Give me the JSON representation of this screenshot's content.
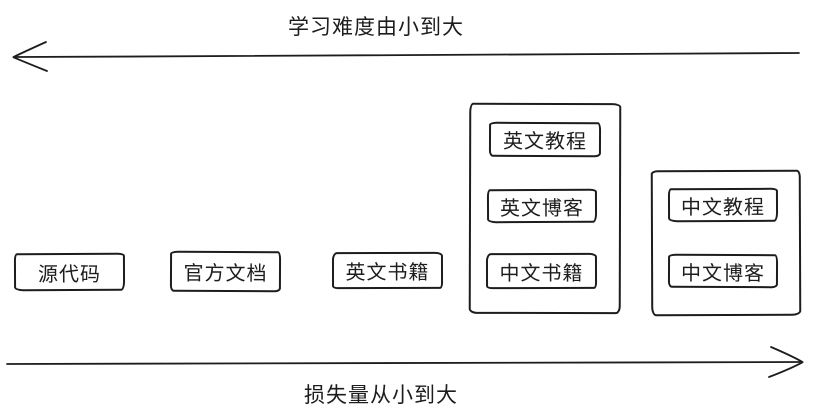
{
  "diagram": {
    "ink_color": "#1d1d1d",
    "background_color": "#ffffff",
    "top_axis": {
      "label": "学习难度由小到大",
      "arrow_direction": "left"
    },
    "bottom_axis": {
      "label": "损失量从小到大",
      "arrow_direction": "right"
    },
    "nodes": [
      {
        "label": "源代码"
      },
      {
        "label": "官方文档"
      },
      {
        "label": "英文书籍"
      }
    ],
    "groups": [
      {
        "items": [
          {
            "label": "英文教程"
          },
          {
            "label": "英文博客"
          },
          {
            "label": "中文书籍"
          }
        ]
      },
      {
        "items": [
          {
            "label": "中文教程"
          },
          {
            "label": "中文博客"
          }
        ]
      }
    ]
  }
}
